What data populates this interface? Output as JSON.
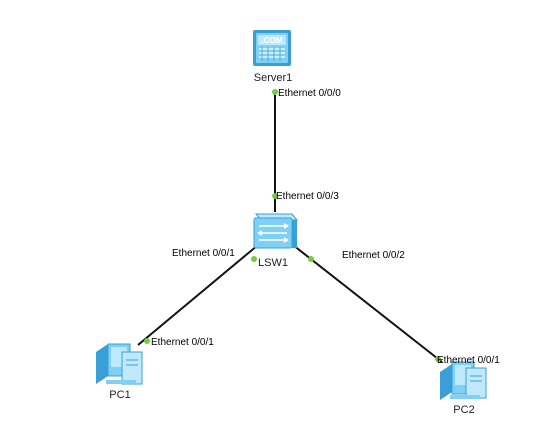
{
  "colors": {
    "link": "#111111",
    "port_dot": "#7ac943",
    "device_light": "#bfe9fb",
    "device_mid": "#7fd0f3",
    "device_dark": "#3a9fd6"
  },
  "devices": {
    "server": {
      "name": "Server1",
      "icon": "server-icon",
      "badge": ".COM"
    },
    "switch": {
      "name": "LSW1",
      "icon": "switch-icon"
    },
    "pc1": {
      "name": "PC1",
      "icon": "pc-icon"
    },
    "pc2": {
      "name": "PC2",
      "icon": "pc-icon"
    }
  },
  "ports": {
    "server_port": "Ethernet 0/0/0",
    "switch_to_server": "Ethernet 0/0/3",
    "switch_to_pc1": "Ethernet 0/0/1",
    "switch_to_pc2": "Ethernet 0/0/2",
    "pc1_port": "Ethernet 0/0/1",
    "pc2_port": "Ethernet 0/0/1"
  }
}
